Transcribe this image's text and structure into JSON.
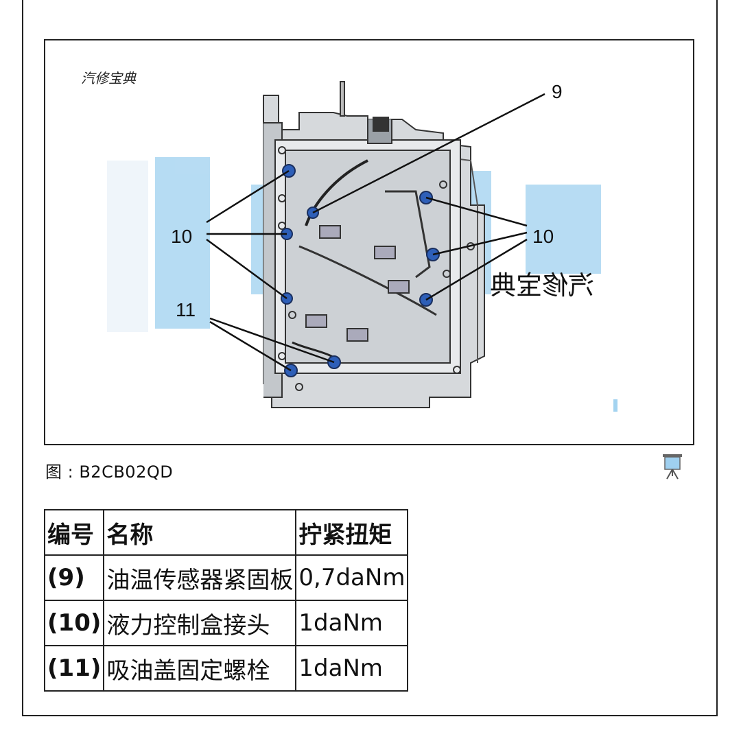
{
  "figure": {
    "callouts": {
      "c9": "9",
      "c10_left": "10",
      "c10_right": "10",
      "c11": "11"
    },
    "watermark": {
      "top_left": "汽修宝典",
      "mirrored": "汽修宝典"
    },
    "bolt_color": "#2e5fb8",
    "watermark_color": "#6bb6e6"
  },
  "caption": "图 : B2CB02QD",
  "icons": {
    "presentation": "presentation-board-icon"
  },
  "table": {
    "headers": [
      "编号",
      "名称",
      "拧紧扭矩"
    ],
    "rows": [
      {
        "num": "(9)",
        "name": "油温传感器紧固板",
        "torque": "0,7daNm"
      },
      {
        "num": "(10)",
        "name": "液力控制盒接头",
        "torque": "1daNm"
      },
      {
        "num": "(11)",
        "name": "吸油盖固定螺栓",
        "torque": "1daNm"
      }
    ]
  }
}
